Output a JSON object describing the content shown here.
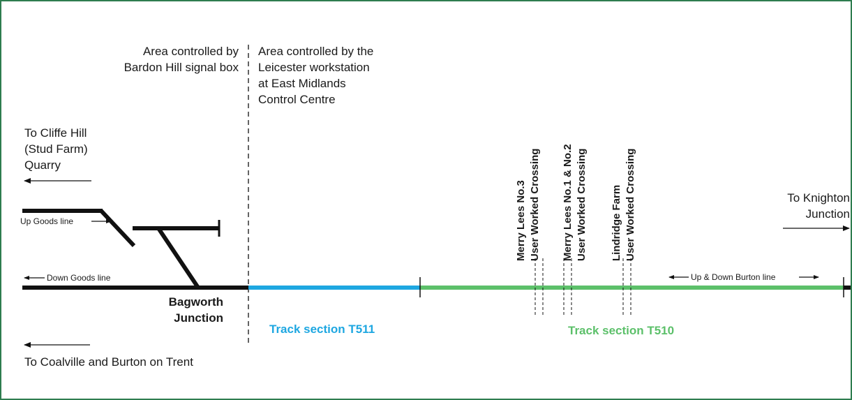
{
  "colors": {
    "border": "#2e7d4f",
    "track": "#111111",
    "section_t511": "#1ea7e1",
    "section_t510": "#5cc06a"
  },
  "control_areas": {
    "bardon_hill": [
      "Area controlled by",
      "Bardon Hill signal box"
    ],
    "leicester": [
      "Area controlled by the",
      "Leicester workstation",
      "at East Midlands",
      "Control Centre"
    ]
  },
  "destinations": {
    "cliffe_hill": [
      "To Cliffe Hill",
      "(Stud Farm)",
      "Quarry"
    ],
    "coalville": "To Coalville and Burton on Trent",
    "knighton": [
      "To Knighton",
      "Junction"
    ]
  },
  "lines": {
    "up_goods": "Up Goods line",
    "down_goods": "Down Goods line",
    "up_down_burton": "Up & Down Burton line"
  },
  "junction": [
    "Bagworth",
    "Junction"
  ],
  "track_sections": {
    "t511": "Track section T511",
    "t510": "Track section T510"
  },
  "crossings": [
    [
      "Merry Lees No.3",
      "User Worked Crossing"
    ],
    [
      "Merry Lees No.1 & No.2",
      "User Worked Crossing"
    ],
    [
      "Lindridge Farm",
      "User Worked Crossing"
    ]
  ]
}
